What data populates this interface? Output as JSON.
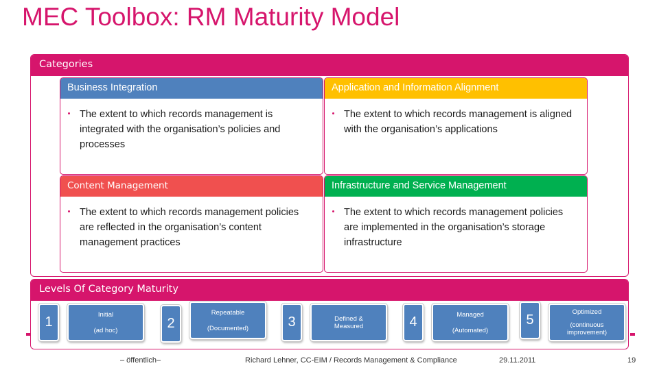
{
  "title": "MEC Toolbox: RM Maturity Model",
  "colors": {
    "brand": "#d6156c",
    "business_integration": "#4f81bd",
    "application_alignment": "#ffc000",
    "content_management": "#f0504f",
    "infrastructure": "#00b050",
    "level_box": "#4f81bd"
  },
  "categories": {
    "heading": "Categories",
    "items": [
      {
        "title": "Business Integration",
        "text": "The extent to which records management is integrated with the organisation’s policies and processes"
      },
      {
        "title": "Application and Information Alignment",
        "text": "The extent to which records management is aligned with the organisation’s applications"
      },
      {
        "title": "Content Management",
        "text": "The extent to which records management policies are reflected in the organisation’s content management practices"
      },
      {
        "title": "Infrastructure and Service Management",
        "text": "The extent to which records management policies are implemented in the organisation’s storage infrastructure"
      }
    ]
  },
  "levels": {
    "heading": "Levels Of Category Maturity",
    "items": [
      {
        "number": "1",
        "name": "Initial",
        "detail": "(ad hoc)"
      },
      {
        "number": "2",
        "name": "Repeatable",
        "detail": "(Documented)"
      },
      {
        "number": "3",
        "name": "Defined & Measured",
        "detail": ""
      },
      {
        "number": "4",
        "name": "Managed",
        "detail": "(Automated)"
      },
      {
        "number": "5",
        "name": "Optimized",
        "detail": "(continuous improvement)"
      }
    ]
  },
  "footer": {
    "classification": "– öffentlich–",
    "author": "Richard Lehner, CC-EIM / Records Management & Compliance",
    "date": "29.11.2011",
    "page": "19"
  }
}
